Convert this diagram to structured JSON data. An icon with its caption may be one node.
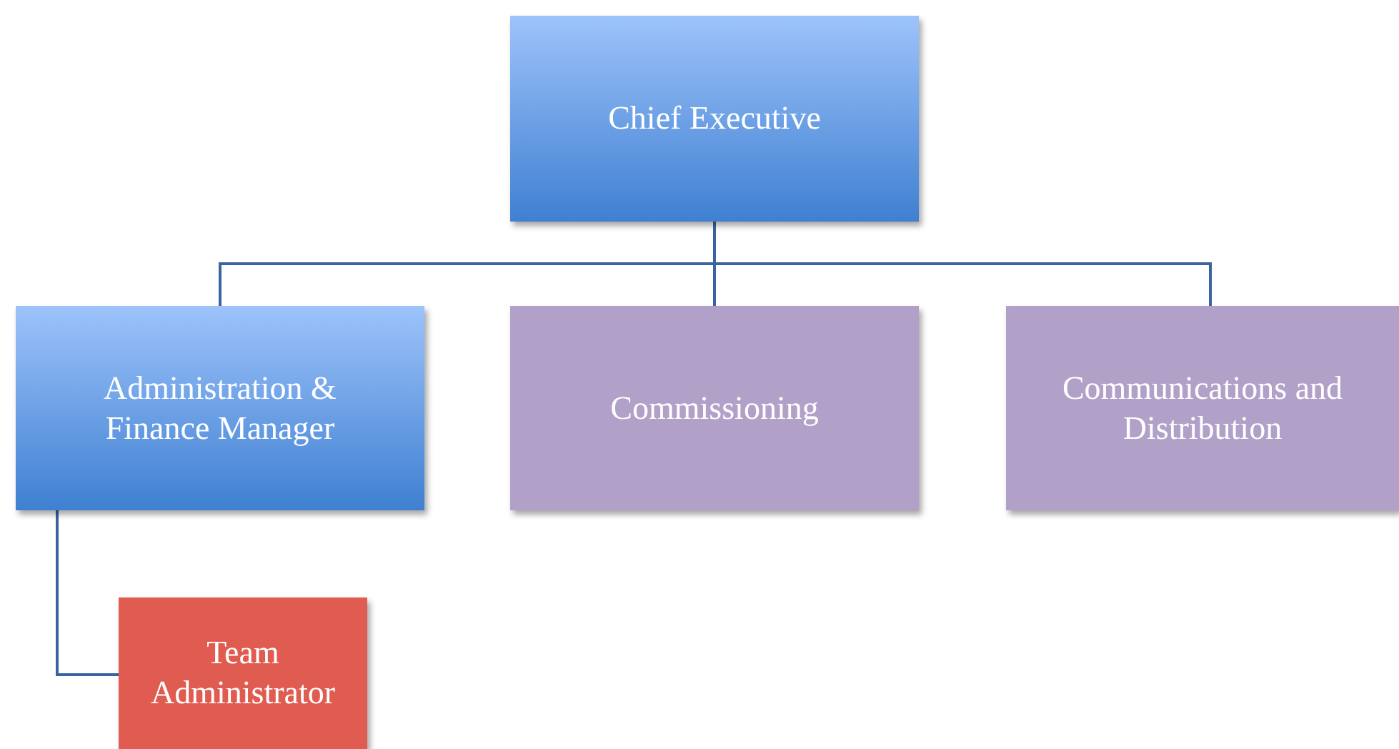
{
  "diagram": {
    "nodes": [
      {
        "text": [
          "Chief Executive"
        ]
      },
      {
        "text": [
          "Administration & Finance Manager"
        ]
      },
      {
        "text": [
          "Commissioning"
        ]
      },
      {
        "text": [
          "Communications and Distribution"
        ]
      },
      {
        "text": [
          "Team Administrator"
        ]
      }
    ],
    "edges": [
      {
        "from": 0,
        "to": 1,
        "arrow": "none"
      },
      {
        "from": 0,
        "to": 2,
        "arrow": "none"
      },
      {
        "from": 0,
        "to": 3,
        "arrow": "none"
      },
      {
        "from": 1,
        "to": 4,
        "arrow": "none"
      }
    ]
  }
}
